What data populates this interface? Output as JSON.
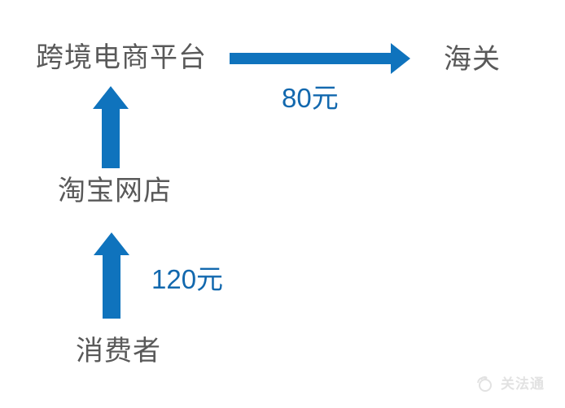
{
  "diagram": {
    "type": "flow",
    "nodes": {
      "platform": {
        "label": "跨境电商平台"
      },
      "customs": {
        "label": "海关"
      },
      "taobao": {
        "label": "淘宝网店"
      },
      "consumer": {
        "label": "消费者"
      }
    },
    "edges": [
      {
        "from": "消费者",
        "to": "淘宝网店",
        "label": "120元",
        "direction": "up"
      },
      {
        "from": "淘宝网店",
        "to": "跨境电商平台",
        "label": "",
        "direction": "up"
      },
      {
        "from": "跨境电商平台",
        "to": "海关",
        "label": "80元",
        "direction": "right"
      }
    ]
  },
  "watermark": {
    "text": "关法通"
  },
  "colors": {
    "arrow": "#0f73bd",
    "amount_text": "#1268ae",
    "node_text": "#595959",
    "watermark": "#e2e2e2",
    "background": "#ffffff"
  }
}
